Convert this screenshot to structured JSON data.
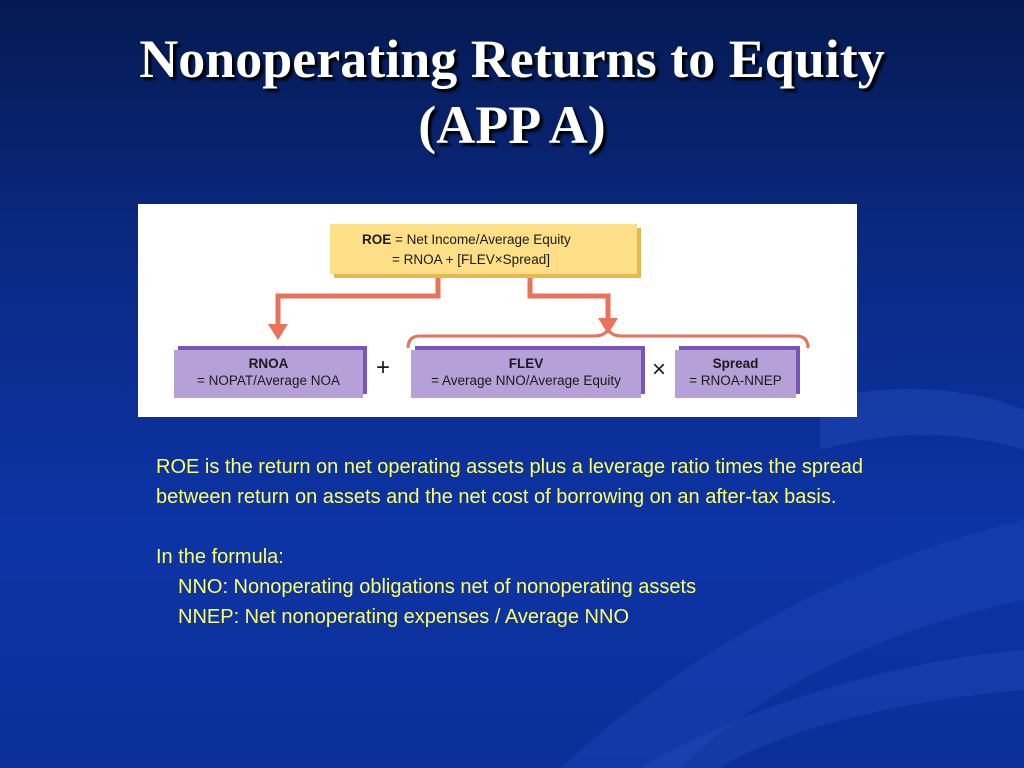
{
  "title": {
    "line1": "Nonoperating Returns to Equity",
    "line2": "(APP A)"
  },
  "diagram": {
    "roe": {
      "label": "ROE",
      "line1": "= Net Income/Average Equity",
      "line2": "= RNOA + [FLEV×Spread]"
    },
    "rnoa": {
      "heading": "RNOA",
      "formula": "= NOPAT/Average NOA"
    },
    "flev": {
      "heading": "FLEV",
      "formula": "= Average NNO/Average Equity"
    },
    "spread": {
      "heading": "Spread",
      "formula": "= RNOA-NNEP"
    },
    "plus_symbol": "+",
    "times_symbol": "×"
  },
  "body": {
    "paragraph": "ROE is the return on net operating assets plus a leverage ratio times the spread between return on assets and the net cost of borrowing on an after-tax basis.",
    "formula_intro": "In the formula:",
    "nno_definition": "NNO: Nonoperating obligations net of nonoperating assets",
    "nnep_definition": "NNEP: Net nonoperating expenses / Average NNO"
  },
  "colors": {
    "background": "#0a2a86",
    "title_text": "#ffffff",
    "body_text": "#ffff66",
    "roe_box": "#fcdf86",
    "component_box": "#b6a0d8",
    "arrow": "#e8735a"
  }
}
